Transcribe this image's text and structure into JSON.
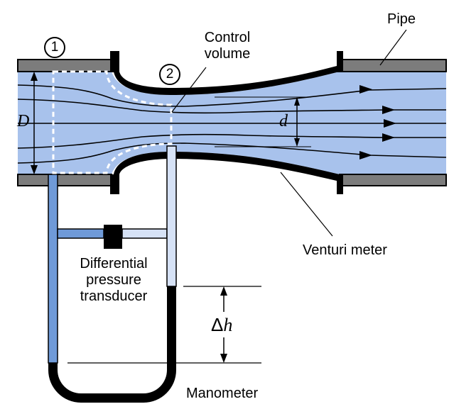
{
  "labels": {
    "station1": "1",
    "station2": "2",
    "control_volume_line1": "Control",
    "control_volume_line2": "volume",
    "pipe": "Pipe",
    "venturi_meter": "Venturi meter",
    "transducer_line1": "Differential",
    "transducer_line2": "pressure",
    "transducer_line3": "transducer",
    "manometer": "Manometer",
    "diameter_D": "D",
    "diameter_d": "d",
    "delta": "Δ",
    "h": "h"
  },
  "colors": {
    "fluid": "#a8c2ec",
    "pipe_wall": "#7c7c7c",
    "manometer_liquid": "#6f9ad8",
    "light_tube": "#d6e2f6",
    "line": "#000000"
  }
}
